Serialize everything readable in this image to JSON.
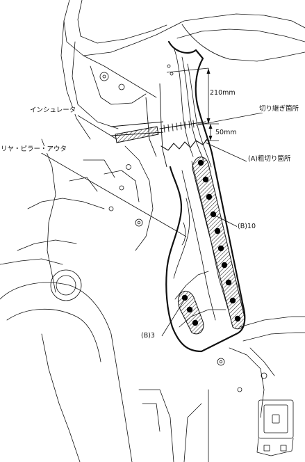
{
  "labels": {
    "insulator": "インシュレータ",
    "rear_pillar_outer": "リヤ・ピラー・アウタ",
    "cut_joint": "切り継ぎ箇所",
    "rough_cut": "(A)粗切り箇所",
    "dim_210": "210mm",
    "dim_50": "50mm",
    "weld_b10": "(B)10",
    "weld_b3": "(B)3"
  },
  "weld_counts": {
    "upper_group": 10,
    "lower_group": 3
  },
  "colors": {
    "line": "#111111",
    "hatch": "#222222",
    "weld_spot": "#000000",
    "background": "#ffffff"
  }
}
